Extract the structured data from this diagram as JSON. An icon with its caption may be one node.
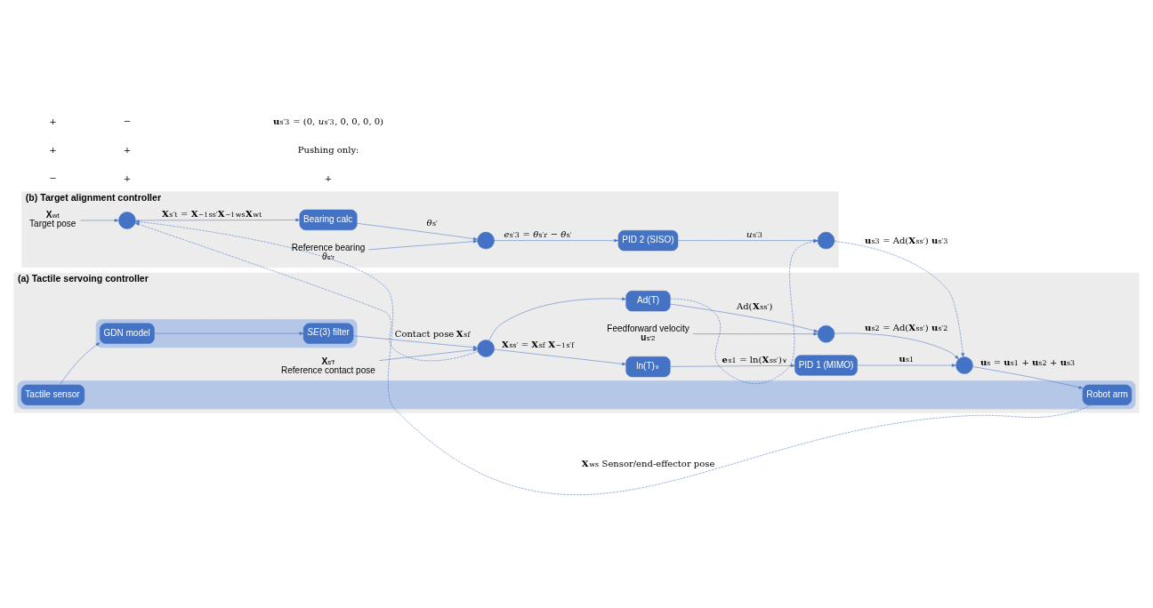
{
  "diagram": {
    "nodes": [
      {
        "text": [
          "(a) Tactile servoing controller"
        ]
      },
      {
        "text": [],
        "shape": "box",
        "in": 0
      },
      {
        "text": [
          "*SE*(3) filter"
        ],
        "in": 1
      },
      {
        "text": [
          "GDN model"
        ],
        "in": 1
      },
      {
        "text": [],
        "shape": "box",
        "in": 0
      },
      {
        "text": [
          "Tactile sensor"
        ],
        "in": 4
      },
      {
        "text": [
          "Robot arm"
        ],
        "in": 4
      },
      {
        "text": [],
        "shape": "circle",
        "in": 0
      },
      {
        "text": [
          "ln(T)$^{∨}$"
        ],
        "in": 0
      },
      {
        "text": [
          "PID 1 (MIMO)"
        ],
        "in": 0
      },
      {
        "text": [
          "Ad(T)"
        ],
        "in": 0
      },
      {
        "text": [],
        "shape": "circle",
        "in": 0
      },
      {
        "text": [],
        "shape": "circle",
        "in": 0
      },
      {
        "text": [
          "(b) Target alignment controller"
        ]
      },
      {
        "text": [],
        "shape": "circle",
        "in": 13
      },
      {
        "text": [
          "Bearing calc"
        ],
        "in": 13
      },
      {
        "text": [],
        "shape": "circle",
        "in": 13
      },
      {
        "text": [
          "PID 2 (SISO)"
        ],
        "in": 13
      },
      {
        "text": [],
        "shape": "circle",
        "in": 13
      },
      {
        "text": [
          "**X**$_{s′f}$",
          "Reference contact pose"
        ],
        "in": 0
      },
      {
        "text": [
          "Feedforward velocity",
          "**u**$_{s′2}$"
        ],
        "in": 0
      },
      {
        "text": [
          "**X**$_{wt}$",
          "Target pose"
        ],
        "in": 13
      },
      {
        "text": [
          "Reference bearing",
          "*θ*$_{s′r}$"
        ],
        "in": 13
      }
    ],
    "edges": [
      {
        "from": 5,
        "to": 3,
        "arrow": "to"
      },
      {
        "from": 3,
        "to": 2,
        "arrow": "to"
      },
      {
        "from": 2,
        "to": 7,
        "arrow": "to",
        "label": "Contact pose **X**$_{sf}$"
      },
      {
        "from": 19,
        "to": 7,
        "arrow": "to"
      },
      {
        "from": 7,
        "to": 8,
        "arrow": "to",
        "label": "**X**$_{ss′}$ = **X**$_{sf}$ **X**$^{−1}$$_{s′f}$"
      },
      {
        "from": 7,
        "to": 10,
        "arrow": "to"
      },
      {
        "from": 8,
        "to": 9,
        "arrow": "to",
        "label": "**e**$_{s1}$ = ln(**X**$_{ss′}$)$^{∨}$"
      },
      {
        "from": 9,
        "to": 12,
        "arrow": "to",
        "label": "**u**$_{s1}$"
      },
      {
        "from": 10,
        "to": 11,
        "arrow": "to",
        "label": "Ad(**X**$_{ss′}$)"
      },
      {
        "from": 20,
        "to": 11,
        "arrow": "to"
      },
      {
        "from": 11,
        "to": 12,
        "arrow": "to",
        "label": "**u**$_{s2}$ = Ad(**X**$_{ss′}$) **u**$_{s′2}$"
      },
      {
        "from": 12,
        "to": 6,
        "arrow": "to",
        "label": "**u**$_{s}$ = **u**$_{s1}$ + **u**$_{s2}$ + **u**$_{s3}$"
      },
      {
        "from": 7,
        "to": 14,
        "arrow": "to",
        "style": "dashed"
      },
      {
        "from": 21,
        "to": 14,
        "arrow": "to"
      },
      {
        "from": 6,
        "to": 14,
        "arrow": "to",
        "style": "dashed",
        "label": "**X**$_{ws}$ Sensor/end-effector pose"
      },
      {
        "from": 14,
        "to": 15,
        "arrow": "to",
        "label": "**X**$_{s′t}$ = **X**$^{−1}$$_{ss′}$**X**$^{−1}$$_{ws}$**X**$_{wt}$"
      },
      {
        "from": 15,
        "to": 16,
        "arrow": "to",
        "label": "*θ*$_{s′}$"
      },
      {
        "from": 22,
        "to": 16,
        "arrow": "to"
      },
      {
        "from": 16,
        "to": 17,
        "arrow": "to",
        "label": "*e*$_{s′3}$ = *θ*$_{s′r}$ − *θ*$_{s′}$"
      },
      {
        "from": 17,
        "to": 18,
        "arrow": "to",
        "label": "*u*$_{s′3}$"
      },
      {
        "from": 10,
        "to": 18,
        "arrow": "to",
        "style": "dashed"
      },
      {
        "from": 18,
        "to": 12,
        "arrow": "to",
        "style": "dashed",
        "label": "**u**$_{s3}$ = Ad(**X**$_{ss′}$) **u**$_{s′3}$"
      }
    ],
    "labels": [
      "−",
      "+",
      "+",
      "+",
      "+",
      "Pushing only:",
      "+",
      "−",
      "**u**$_{s′3}$ = (0, *u*$_{s′3}$, 0, 0, 0, 0)"
    ]
  }
}
